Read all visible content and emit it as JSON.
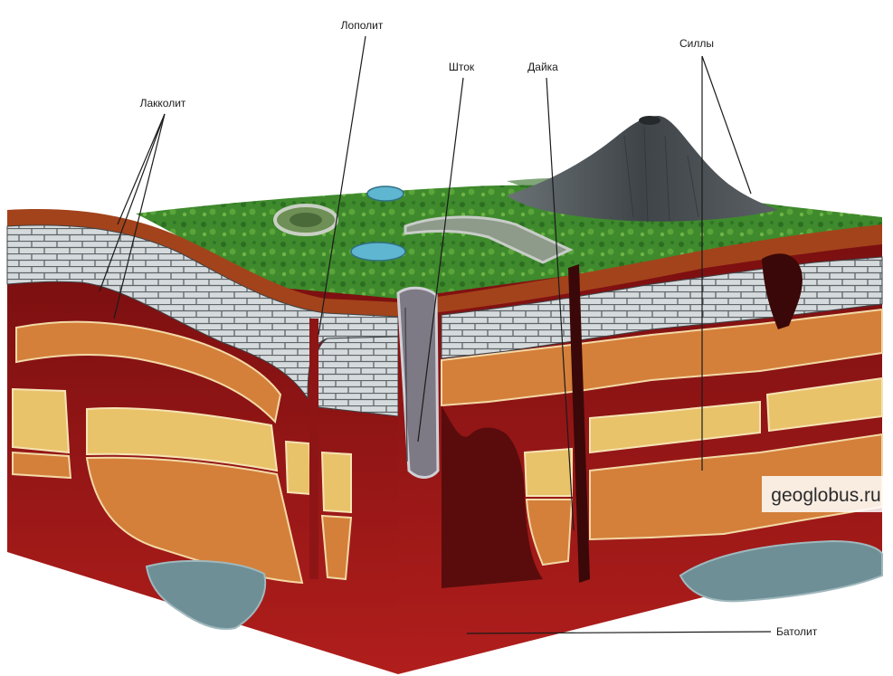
{
  "labels": {
    "laccolith": "Лакколит",
    "lopolith": "Лополит",
    "stock": "Шток",
    "dike": "Дайка",
    "sills": "Силлы",
    "batholith": "Батолит"
  },
  "watermark": "geoglobus.ru",
  "colors": {
    "terrain_green": "#3f8a2c",
    "magma_red": "#8e1515",
    "rock_orange": "#d4803a",
    "rock_yellow": "#e9c36a",
    "limestone_gray": "#d7dbdc",
    "soil_brown": "#a3431b",
    "water_blue": "#5fb6d0",
    "volcano_gray": "#4d5357"
  }
}
